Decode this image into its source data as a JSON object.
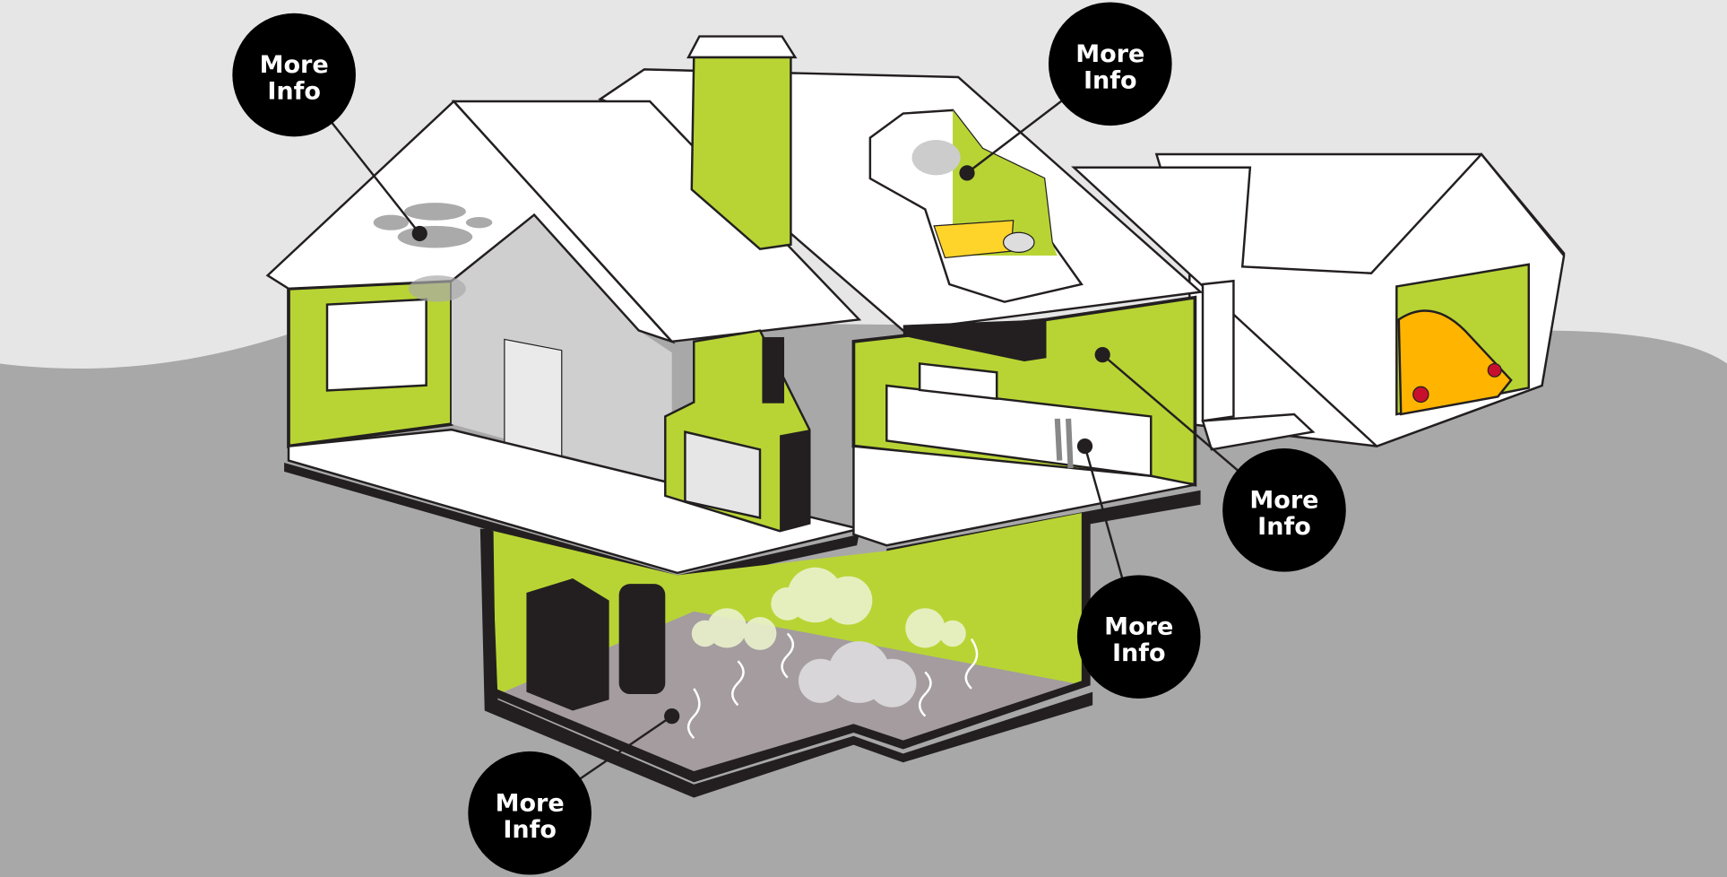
{
  "hotspots": [
    {
      "line1": "More",
      "line2": "Info",
      "topic": "attic"
    },
    {
      "line1": "More",
      "line2": "Info",
      "topic": "bathroom"
    },
    {
      "line1": "More",
      "line2": "Info",
      "topic": "kitchen-wall"
    },
    {
      "line1": "More",
      "line2": "Info",
      "topic": "kitchen-leak"
    },
    {
      "line1": "More",
      "line2": "Info",
      "topic": "crawlspace"
    }
  ],
  "colors": {
    "accent": "#b8d434",
    "outline": "#231f20",
    "ground": "#a8a8a8",
    "sky": "#e6e6e6",
    "car": "#ffb400"
  }
}
